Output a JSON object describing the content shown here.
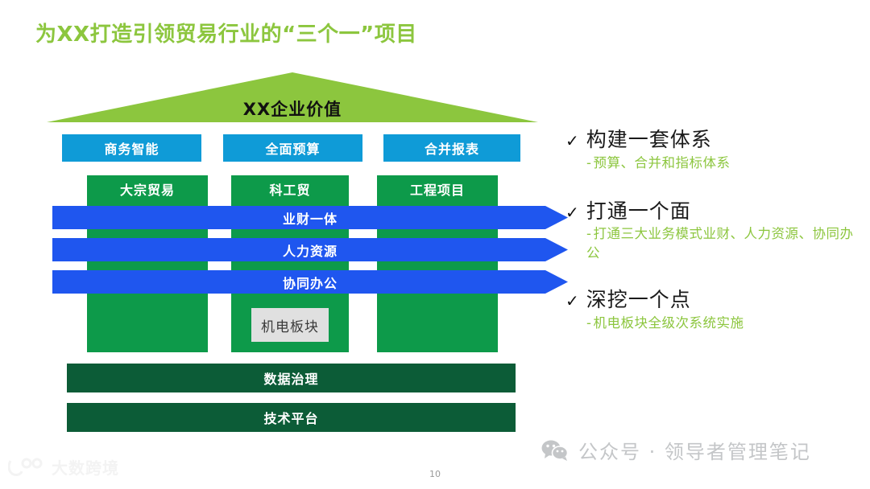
{
  "slide": {
    "title": "为XX打造引领贸易行业的“三个一”项目",
    "page_number": "10"
  },
  "diagram": {
    "roof_label": "XX企业价值",
    "capability_boxes": [
      {
        "label": "商务智能"
      },
      {
        "label": "全面预算"
      },
      {
        "label": "合并报表"
      }
    ],
    "business_boxes": [
      {
        "label": "大宗贸易"
      },
      {
        "label": "科工贸"
      },
      {
        "label": "工程项目"
      }
    ],
    "arrow_bars": [
      {
        "label": "业财一体"
      },
      {
        "label": "人力资源"
      },
      {
        "label": "协同办公"
      }
    ],
    "chip": {
      "label": "机电板块"
    },
    "foundation_bars": [
      {
        "label": "数据治理"
      },
      {
        "label": "技术平台"
      }
    ],
    "colors": {
      "roof_green": "#8cc63e",
      "cyan": "#0f9bd7",
      "green": "#0d9a4a",
      "blue": "#1f56ef",
      "dark_green": "#0c5c37",
      "chip_grey": "#e0e0e0"
    }
  },
  "bullets": [
    {
      "check": "✓",
      "title": "构建一套体系",
      "dash": "-",
      "sub": "预算、合并和指标体系"
    },
    {
      "check": "✓",
      "title": "打通一个面",
      "dash": "-",
      "sub": "打通三大业务模式业财、人力资源、协同办公"
    },
    {
      "check": "✓",
      "title": "深挖一个点",
      "dash": "-",
      "sub": "机电板块全级次系统实施"
    }
  ],
  "watermarks": {
    "wechat_icon": "wechat-icon",
    "wechat_text": "公众号 · 领导者管理笔记",
    "brand_icon": "brand-mark-icon",
    "brand_text": "大数跨境"
  }
}
